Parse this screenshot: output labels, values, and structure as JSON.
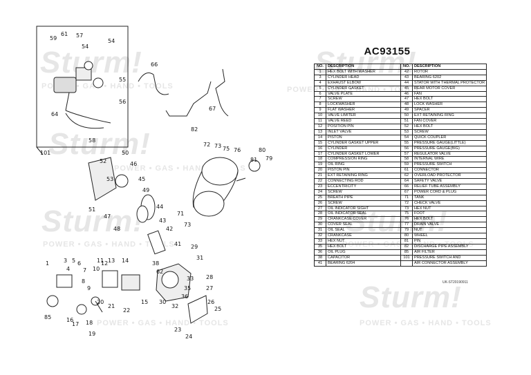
{
  "document": {
    "model": "AC93155",
    "code": "UK-ST20190911",
    "watermark_brand": "Sturm!",
    "watermark_tagline": "POWER • GAS • HAND • TOOLS"
  },
  "table": {
    "headers": [
      "NO.",
      "DESCRIPTION",
      "NO.",
      "DESCRIPTION"
    ],
    "rows": [
      [
        "1",
        "HEX BOLT WITH WASHER",
        "42",
        "ROTOR"
      ],
      [
        "3",
        "CYLINDER HEAD",
        "43",
        "BEARING 6202"
      ],
      [
        "4",
        "EXHAUST ELBOW",
        "44",
        "STATOR WITH THERMAL PROTECTOR"
      ],
      [
        "5",
        "CYLINDER GASKET",
        "45",
        "REAR MOTOR COVER"
      ],
      [
        "6",
        "VALVE PLATE",
        "46",
        "FAN"
      ],
      [
        "7",
        "SCREW",
        "47",
        "HEX BOLT"
      ],
      [
        "8",
        "LOCKWASHER",
        "48",
        "LOCK WASHER"
      ],
      [
        "9",
        "FLAT WASHER",
        "49",
        "SPACER"
      ],
      [
        "10",
        "VALVE LIMITER",
        "50",
        "EXT RETAINING RING"
      ],
      [
        "11",
        "VALVE REED",
        "51",
        "FAN COVER"
      ],
      [
        "12",
        "POSITION PIN",
        "52",
        "HEX BOLT"
      ],
      [
        "13",
        "INLET VALVE",
        "53",
        "SCREW"
      ],
      [
        "14",
        "PISTON",
        "54",
        "QUICK COUPLER"
      ],
      [
        "15",
        "CYLINDER GASKET UPPER",
        "55",
        "PRESSURE GAUGE(LITTLE)"
      ],
      [
        "16",
        "CYLINDER",
        "56",
        "PRESSURE GAUGE(BIG)"
      ],
      [
        "17",
        "CYLINDER GASKET LOWER",
        "57",
        "REGULATOR VALVE"
      ],
      [
        "18",
        "COMPRESSION RING",
        "58",
        "INTERNAL WIRE"
      ],
      [
        "19",
        "OIL RING",
        "59",
        "PRESSURE SWITCH"
      ],
      [
        "20",
        "PISTON PIN",
        "61",
        "CONNECTOR"
      ],
      [
        "21",
        "EXT RETAINING RING",
        "62",
        "OVERLOAD PROTECTOR"
      ],
      [
        "22",
        "CONNECTING ROD",
        "64",
        "SAFETY VALVE"
      ],
      [
        "23",
        "ECCENTRICITY",
        "66",
        "RELIEF TUBE ASSEMBLY"
      ],
      [
        "24",
        "SCREW",
        "67",
        "POWER CORD & PLUG"
      ],
      [
        "25",
        "BREATH PIPE",
        "71",
        "TANK"
      ],
      [
        "26",
        "SCREW",
        "72",
        "CHECK VALVE"
      ],
      [
        "27",
        "OIL INDICATOR SIGHT",
        "73",
        "HEX NUT"
      ],
      [
        "28",
        "OIL INDICATOR SEAL",
        "75",
        "FOOT"
      ],
      [
        "29",
        "CRANKCASE COVER",
        "76",
        "HEX BOLT"
      ],
      [
        "30",
        "COVER SEAL",
        "77",
        "DRAIN VALVE"
      ],
      [
        "31",
        "OIL SEAL",
        "79",
        "NUT"
      ],
      [
        "32",
        "CRANKCASE",
        "80",
        "WHEEL"
      ],
      [
        "33",
        "HEX NUT",
        "81",
        "PIN"
      ],
      [
        "35",
        "HEX BOLT",
        "82",
        "DISCHARGE PIPE ASSEMBLY"
      ],
      [
        "36",
        "OIL PLUG",
        "85",
        "AIR FILTER"
      ],
      [
        "38",
        "CAPACITOR",
        "101",
        "PRESSURE SWITCH AND"
      ],
      [
        "41",
        "BEARING 6204",
        "",
        "AIR CONNECTOR ASSEMBLY"
      ]
    ]
  },
  "diagram_labels": [
    "59",
    "61",
    "57",
    "54",
    "54",
    "55",
    "56",
    "64",
    "58",
    "101",
    "66",
    "67",
    "82",
    "72",
    "73",
    "75",
    "76",
    "80",
    "81",
    "79",
    "71",
    "73",
    "50",
    "52",
    "53",
    "46",
    "45",
    "51",
    "47",
    "48",
    "49",
    "44",
    "43",
    "42",
    "41",
    "1",
    "3",
    "4",
    "5",
    "6",
    "7",
    "8",
    "9",
    "10",
    "11",
    "12",
    "13",
    "14",
    "15",
    "16",
    "17",
    "18",
    "19",
    "20",
    "21",
    "22",
    "23",
    "24",
    "25",
    "26",
    "27",
    "28",
    "29",
    "30",
    "31",
    "32",
    "33",
    "35",
    "36",
    "38",
    "62",
    "85"
  ]
}
